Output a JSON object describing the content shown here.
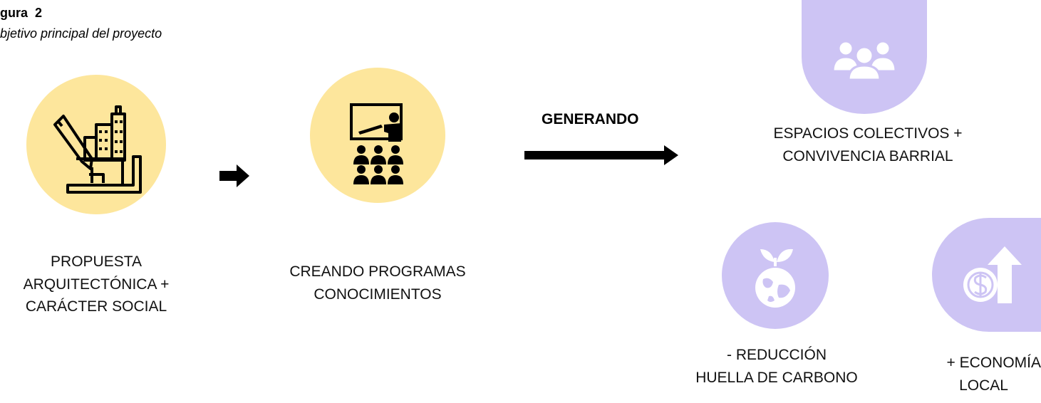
{
  "figure": {
    "number": "gura  2",
    "subtitle": "bjetivo principal del proyecto"
  },
  "nodes": [
    {
      "id": "propuesta",
      "icon": "architecture-plan-icon",
      "lines": [
        "PROPUESTA",
        "ARQUITECTÓNICA +",
        "CARÁCTER SOCIAL"
      ]
    },
    {
      "id": "programas",
      "icon": "teacher-audience-icon",
      "lines": [
        "CREANDO PROGRAMAS",
        "CONOCIMIENTOS"
      ]
    },
    {
      "id": "espacios",
      "icon": "people-group-icon",
      "lines": [
        "ESPACIOS COLECTIVOS +",
        "CONVIVENCIA BARRIAL"
      ]
    },
    {
      "id": "carbono",
      "icon": "globe-sprout-icon",
      "lines": [
        "- REDUCCIÓN",
        "HUELLA DE CARBONO"
      ]
    },
    {
      "id": "economia",
      "icon": "money-growth-icon",
      "lines": [
        "+ ECONOMÍA",
        "LOCAL"
      ]
    }
  ],
  "connector_label": "GENERANDO",
  "colors": {
    "yellow_circle": "#fde69c",
    "lilac_circle": "#cdc4f4",
    "arrow": "#000000"
  }
}
